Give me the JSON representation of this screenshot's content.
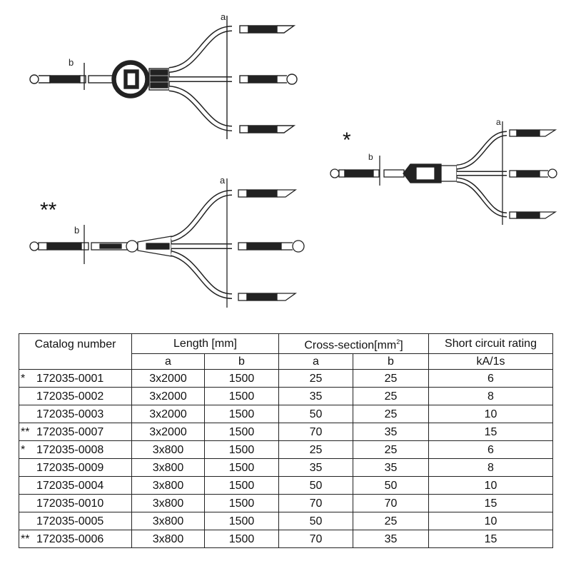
{
  "markers": {
    "single": "*",
    "double": "**"
  },
  "dim_labels": {
    "a": "a",
    "b": "b"
  },
  "table": {
    "headers": {
      "catalog": "Catalog number",
      "length": "Length  [mm]",
      "cross_section": "Cross-section[mm",
      "cross_section_sup": "2",
      "cross_section_close": "]",
      "rating": "Short circuit rating",
      "rating_unit": "kA/1s",
      "sub_a": "a",
      "sub_b": "b"
    },
    "rows": [
      {
        "mark": "*",
        "catalog": "172035-0001",
        "len_a": "3x2000",
        "len_b": "1500",
        "cs_a": "25",
        "cs_b": "25",
        "rating": "6"
      },
      {
        "mark": "",
        "catalog": "172035-0002",
        "len_a": "3x2000",
        "len_b": "1500",
        "cs_a": "35",
        "cs_b": "25",
        "rating": "8"
      },
      {
        "mark": "",
        "catalog": "172035-0003",
        "len_a": "3x2000",
        "len_b": "1500",
        "cs_a": "50",
        "cs_b": "25",
        "rating": "10"
      },
      {
        "mark": "**",
        "catalog": "172035-0007",
        "len_a": "3x2000",
        "len_b": "1500",
        "cs_a": "70",
        "cs_b": "35",
        "rating": "15"
      },
      {
        "mark": "*",
        "catalog": "172035-0008",
        "len_a": "3x800",
        "len_b": "1500",
        "cs_a": "25",
        "cs_b": "25",
        "rating": "6"
      },
      {
        "mark": "",
        "catalog": "172035-0009",
        "len_a": "3x800",
        "len_b": "1500",
        "cs_a": "35",
        "cs_b": "35",
        "rating": "8"
      },
      {
        "mark": "",
        "catalog": "172035-0004",
        "len_a": "3x800",
        "len_b": "1500",
        "cs_a": "50",
        "cs_b": "50",
        "rating": "10"
      },
      {
        "mark": "",
        "catalog": "172035-0010",
        "len_a": "3x800",
        "len_b": "1500",
        "cs_a": "70",
        "cs_b": "70",
        "rating": "15"
      },
      {
        "mark": "",
        "catalog": "172035-0005",
        "len_a": "3x800",
        "len_b": "1500",
        "cs_a": "50",
        "cs_b": "25",
        "rating": "10"
      },
      {
        "mark": "**",
        "catalog": "172035-0006",
        "len_a": "3x800",
        "len_b": "1500",
        "cs_a": "70",
        "cs_b": "35",
        "rating": "15"
      }
    ]
  }
}
